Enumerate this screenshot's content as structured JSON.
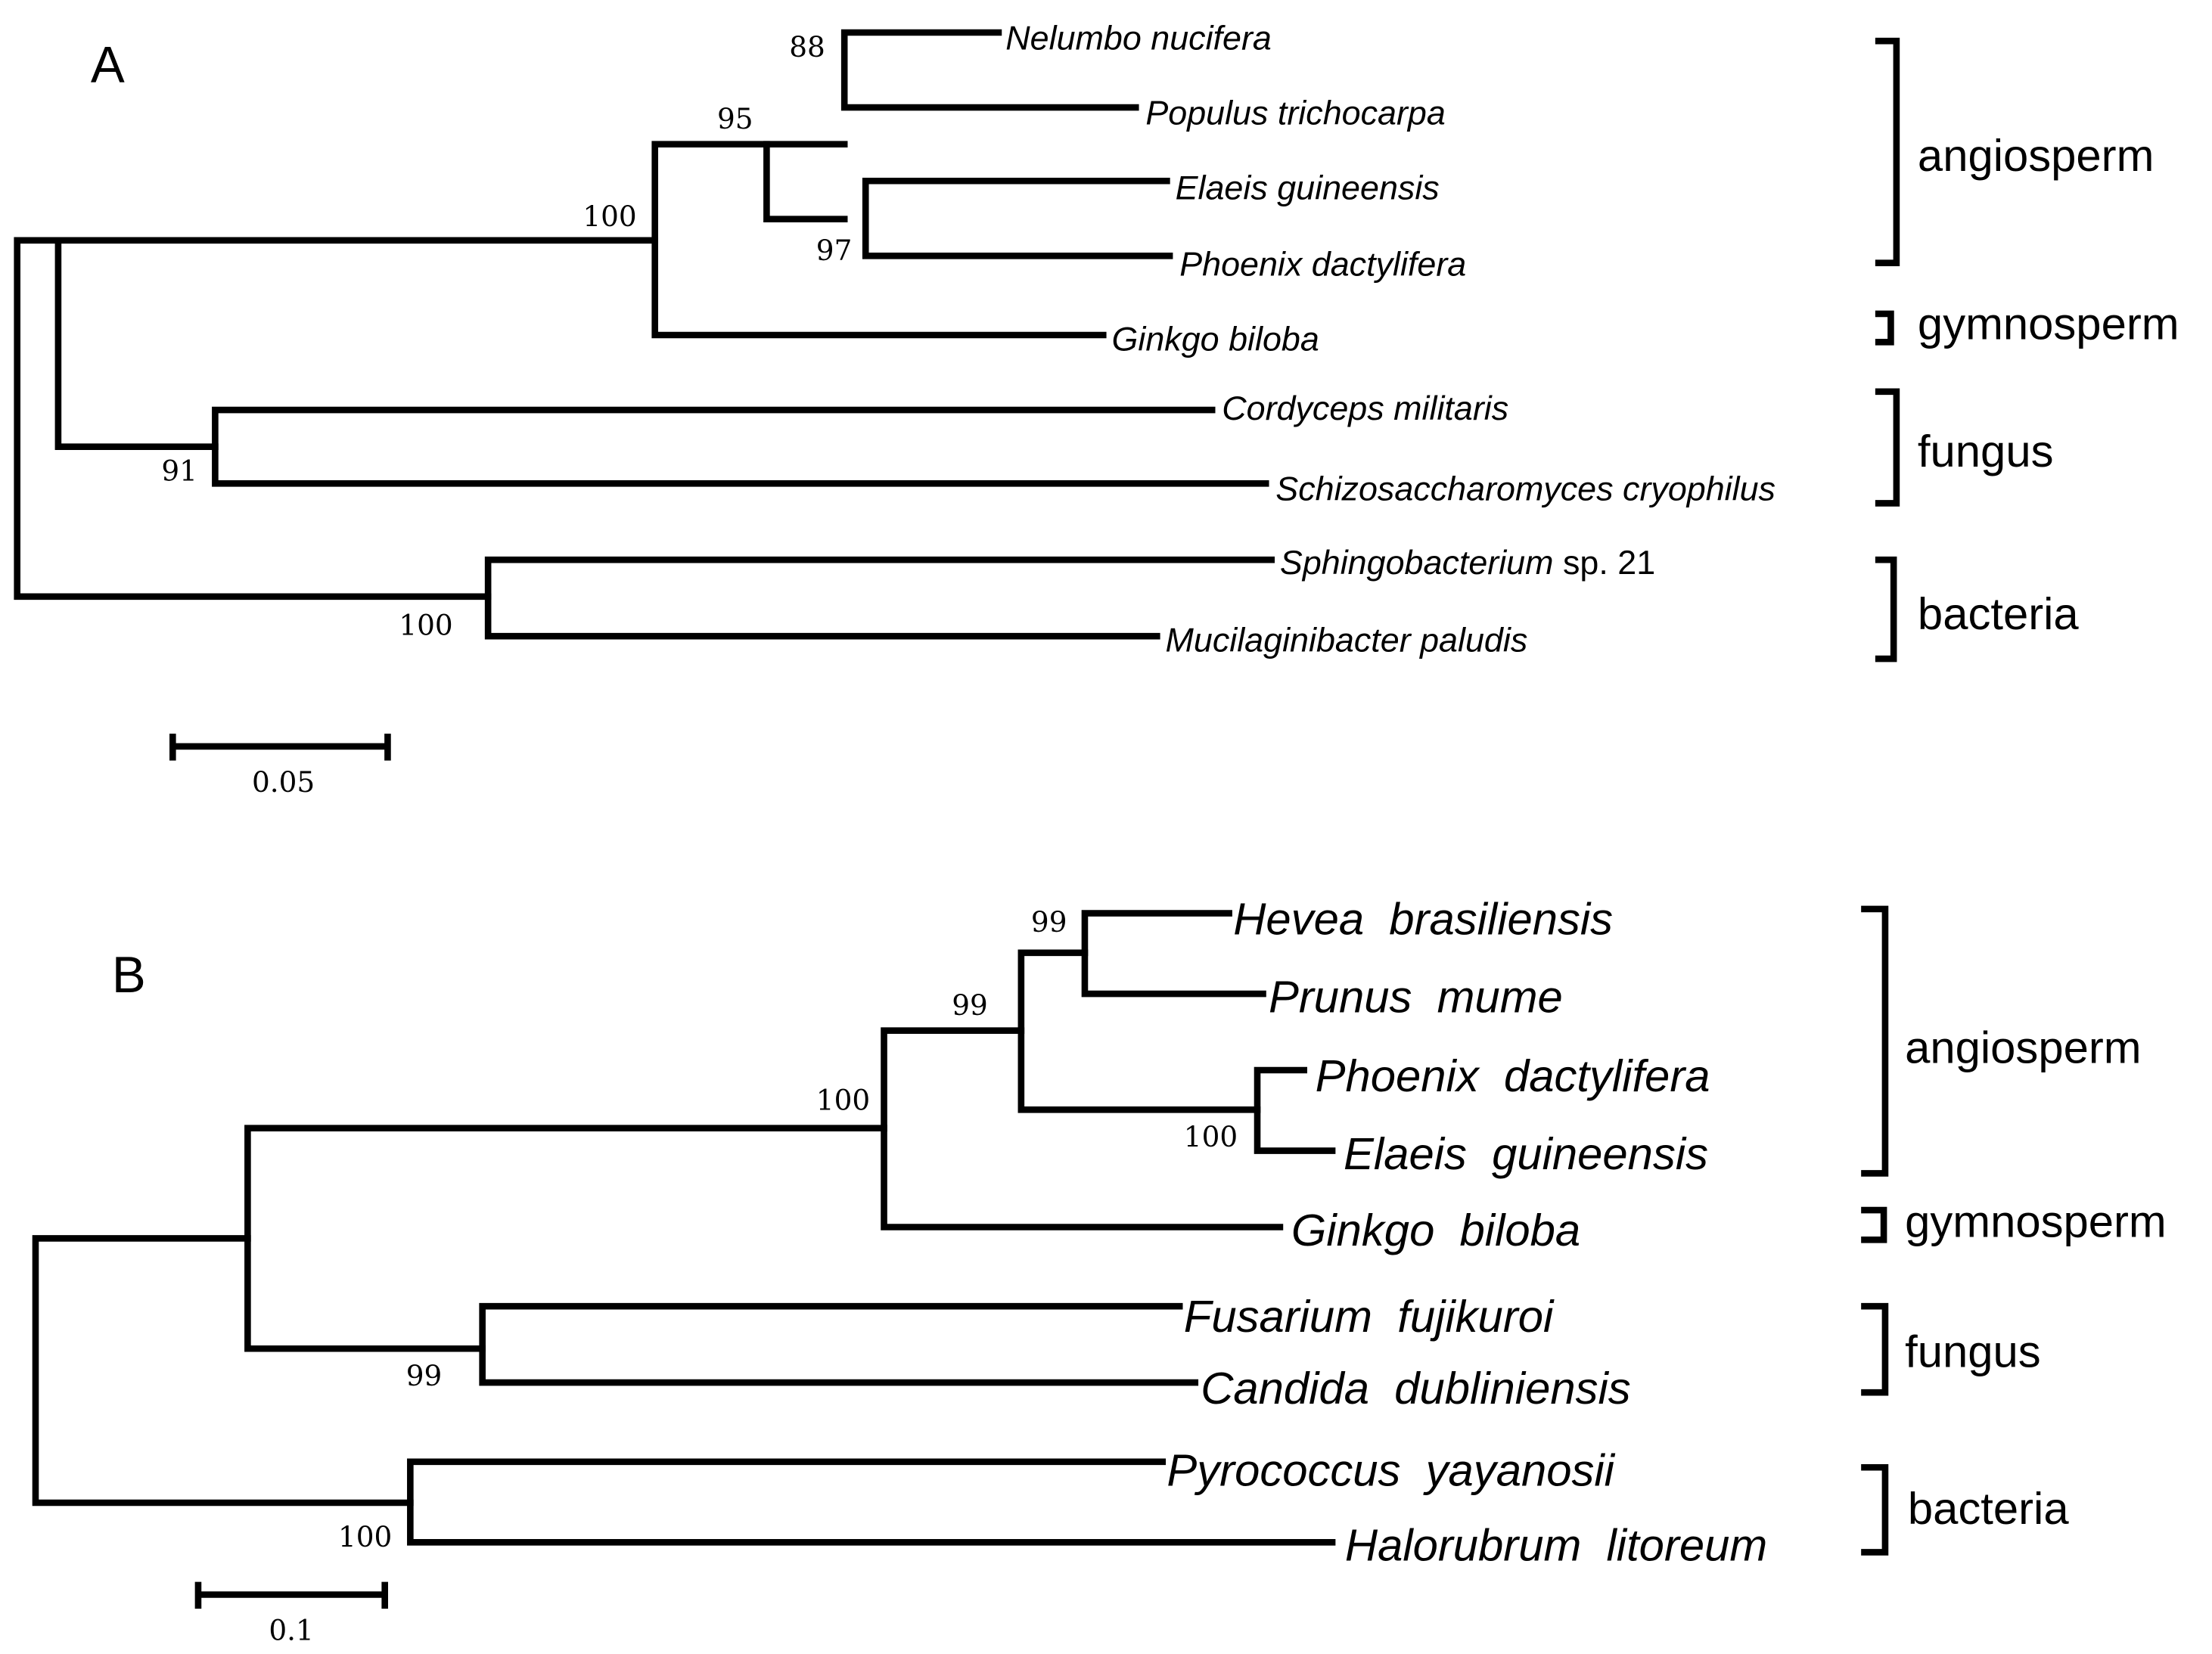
{
  "panels": [
    {
      "label": "A",
      "taxa": [
        {
          "name": "Nelumbo nucifera"
        },
        {
          "name": "Populus trichocarpa"
        },
        {
          "name": "Elaeis guineensis"
        },
        {
          "name": "Phoenix dactylifera"
        },
        {
          "name": "Ginkgo biloba"
        },
        {
          "name": "Cordyceps militaris"
        },
        {
          "name": "Schizosaccharomyces cryophilus"
        },
        {
          "name": "Sphingobacterium",
          "suffix": " sp. 21"
        },
        {
          "name": "Mucilaginibacter paludis"
        }
      ],
      "bootstraps": [
        "88",
        "95",
        "97",
        "100",
        "91",
        "100"
      ],
      "groups": [
        "angiosperm",
        "gymnosperm",
        "fungus",
        "bacteria"
      ],
      "scale": "0.05"
    },
    {
      "label": "B",
      "taxa": [
        {
          "name": "Hevea  brasiliensis"
        },
        {
          "name": "Prunus  mume"
        },
        {
          "name": "Phoenix  dactylifera"
        },
        {
          "name": "Elaeis  guineensis"
        },
        {
          "name": "Ginkgo  biloba"
        },
        {
          "name": "Fusarium  fujikuroi"
        },
        {
          "name": "Candida  dubliniensis"
        },
        {
          "name": "Pyrococcus  yayanosii"
        },
        {
          "name": "Halorubrum  litoreum"
        }
      ],
      "bootstraps": [
        "99",
        "99",
        "100",
        "100",
        "99",
        "100"
      ],
      "groups": [
        "angiosperm",
        "gymnosperm",
        "fungus",
        "bacteria"
      ],
      "scale": "0.1"
    }
  ]
}
